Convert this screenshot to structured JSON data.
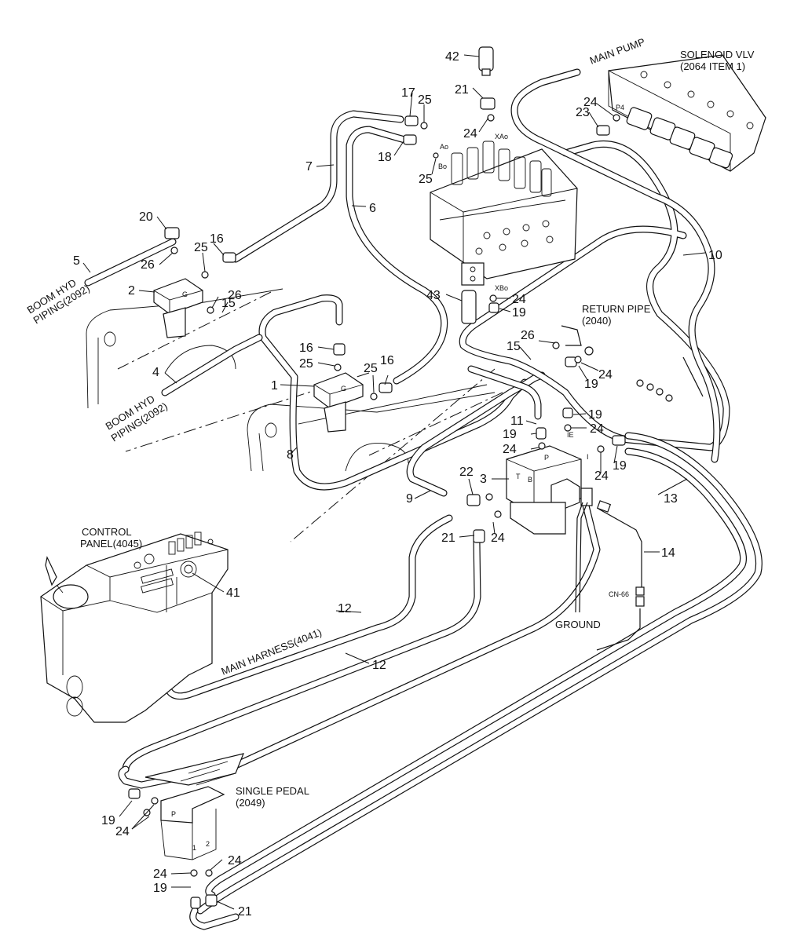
{
  "diagram": {
    "labels": {
      "main_pump": "MAIN PUMP",
      "solenoid_vlv_1": "SOLENOID VLV",
      "solenoid_vlv_2": "(2064 ITEM 1)",
      "return_pipe_1": "RETURN PIPE",
      "return_pipe_2": "(2040)",
      "boom_hyd_a_1": "BOOM HYD",
      "boom_hyd_a_2": "PIPING(2092)",
      "boom_hyd_b_1": "BOOM HYD",
      "boom_hyd_b_2": "PIPING(2092)",
      "control_panel_1": "CONTROL",
      "control_panel_2": "PANEL(4045)",
      "main_harness": "MAIN HARNESS(4041)",
      "single_pedal_1": "SINGLE PEDAL",
      "single_pedal_2": "(2049)",
      "ground": "GROUND",
      "cn66": "CN-66"
    },
    "port_marks": {
      "xao": "XAo",
      "ao": "Ao",
      "bo": "Bo",
      "xbo": "XBo",
      "p4": "P4",
      "ie": "IE",
      "p": "P",
      "t": "T",
      "b": "B",
      "i": "I",
      "g": "G",
      "one": "1",
      "two": "2"
    },
    "callouts": [
      {
        "id": "c42",
        "text": "42"
      },
      {
        "id": "c21a",
        "text": "21"
      },
      {
        "id": "c17",
        "text": "17"
      },
      {
        "id": "c25a",
        "text": "25"
      },
      {
        "id": "c24a",
        "text": "24"
      },
      {
        "id": "c7",
        "text": "7"
      },
      {
        "id": "c18",
        "text": "18"
      },
      {
        "id": "c25b",
        "text": "25"
      },
      {
        "id": "c6",
        "text": "6"
      },
      {
        "id": "c24b",
        "text": "24"
      },
      {
        "id": "c23",
        "text": "23"
      },
      {
        "id": "c20",
        "text": "20"
      },
      {
        "id": "c5",
        "text": "5"
      },
      {
        "id": "c26a",
        "text": "26"
      },
      {
        "id": "c25c",
        "text": "25"
      },
      {
        "id": "c16a",
        "text": "16"
      },
      {
        "id": "c2",
        "text": "2"
      },
      {
        "id": "c26b",
        "text": "26"
      },
      {
        "id": "c15a",
        "text": "15"
      },
      {
        "id": "c10",
        "text": "10"
      },
      {
        "id": "c43",
        "text": "43"
      },
      {
        "id": "c24c",
        "text": "24"
      },
      {
        "id": "c19a",
        "text": "19"
      },
      {
        "id": "c16b",
        "text": "16"
      },
      {
        "id": "c25d",
        "text": "25"
      },
      {
        "id": "c4",
        "text": "4"
      },
      {
        "id": "c1",
        "text": "1"
      },
      {
        "id": "c25e",
        "text": "25"
      },
      {
        "id": "c16c",
        "text": "16"
      },
      {
        "id": "c15b",
        "text": "15"
      },
      {
        "id": "c26c",
        "text": "26"
      },
      {
        "id": "c19b",
        "text": "19"
      },
      {
        "id": "c24d",
        "text": "24"
      },
      {
        "id": "c11",
        "text": "11"
      },
      {
        "id": "c19c",
        "text": "19"
      },
      {
        "id": "c24e",
        "text": "24"
      },
      {
        "id": "c19d",
        "text": "19"
      },
      {
        "id": "c24f",
        "text": "24"
      },
      {
        "id": "c8",
        "text": "8"
      },
      {
        "id": "c24g",
        "text": "24"
      },
      {
        "id": "c19e",
        "text": "19"
      },
      {
        "id": "c22",
        "text": "22"
      },
      {
        "id": "c3",
        "text": "3"
      },
      {
        "id": "c9",
        "text": "9"
      },
      {
        "id": "c13",
        "text": "13"
      },
      {
        "id": "c21b",
        "text": "21"
      },
      {
        "id": "c24h",
        "text": "24"
      },
      {
        "id": "c14",
        "text": "14"
      },
      {
        "id": "c41",
        "text": "41"
      },
      {
        "id": "c12a",
        "text": "12"
      },
      {
        "id": "c12b",
        "text": "12"
      },
      {
        "id": "c19f",
        "text": "19"
      },
      {
        "id": "c24i",
        "text": "24"
      },
      {
        "id": "c24j",
        "text": "24"
      },
      {
        "id": "c24k",
        "text": "24"
      },
      {
        "id": "c19g",
        "text": "19"
      },
      {
        "id": "c21c",
        "text": "21"
      }
    ]
  }
}
